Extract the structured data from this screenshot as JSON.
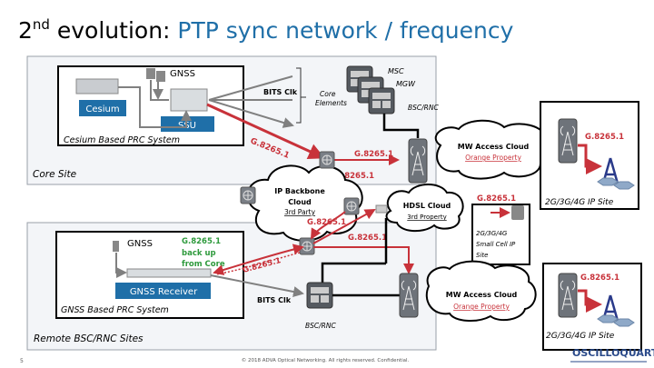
{
  "title": {
    "prefix": "2",
    "superscript": "nd",
    "black": " evolution: ",
    "blue": "PTP sync network / frequency"
  },
  "colors": {
    "title_blue": "#1f6fa8",
    "label_blue": "#1f6fa8",
    "ptp_red": "#c8323a",
    "backup_green": "#2e9a3c",
    "site_bg": "#f3f5f8"
  },
  "core_site": {
    "label": "Core Site",
    "prc_system": {
      "label": "Cesium Based PRC System",
      "gnss": "GNSS",
      "cesium": "Cesium",
      "ssu": "SSU"
    },
    "bits_clk": "BITS Clk",
    "core_elements": [
      "Core",
      "Elements"
    ],
    "msc": "MSC",
    "mgw": "MGW",
    "bsc_rnc": "BSC/RNC"
  },
  "ptp_labels": {
    "ssu_link": "G.8265.1",
    "to_tower": "G.8265.1",
    "to_backbone": "G.8265.1",
    "in_backbone": "G.8265.1",
    "to_remote": "G.8265.1",
    "back_to_receiver": "G.8265.1",
    "small_cell": "G.8265.1",
    "ip_site_top": "G.8265.1",
    "ip_site_bottom": "G.8265.1"
  },
  "ip_backbone": {
    "line1": "IP Backbone",
    "line2": "Cloud",
    "line3": "3rd Party"
  },
  "hdsl": {
    "line1": "HDSL Cloud",
    "line2": "3rd Property"
  },
  "mw_cloud_top": {
    "title": "MW Access Cloud",
    "subtitle": "Orange Property"
  },
  "mw_cloud_bottom": {
    "title": "MW Access Cloud",
    "subtitle": "Orange Property"
  },
  "ip_site_top": {
    "label": "2G/3G/4G IP Site"
  },
  "small_cell_site": {
    "line1": "2G/3G/4G",
    "line2": "Small Cell IP",
    "line3": "Site"
  },
  "ip_site_bottom": {
    "label": "2G/3G/4G IP Site"
  },
  "remote_site": {
    "label": "Remote BSC/RNC Sites",
    "prc_system": {
      "label": "GNSS Based PRC System",
      "gnss": "GNSS",
      "receiver": "GNSS Receiver"
    },
    "backup": {
      "line1": "G.8265.1",
      "line2": "back up",
      "line3": "from Core"
    },
    "bits_clk": "BITS Clk",
    "bsc_rnc": "BSC/RNC"
  },
  "footer": {
    "page": "5",
    "copyright": "© 2018 ADVA Optical Networking. All rights reserved. Confidential.",
    "logo": "OSCILLOQUARTZ"
  }
}
